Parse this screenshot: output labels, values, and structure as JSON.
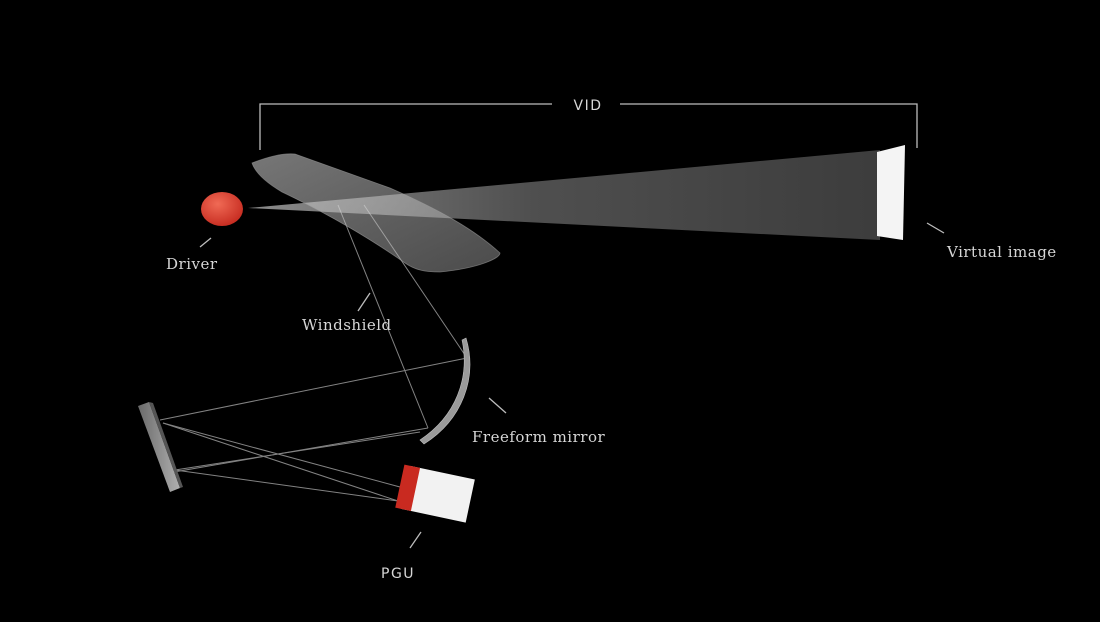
{
  "colors": {
    "background": "#000000",
    "label": "#d6d6d6",
    "leader": "#bdbdbd",
    "driver_head": "#d8332a",
    "pgu_emitter": "#c92a20",
    "pgu_body": "#f2f2f2",
    "virtual_image": "#f4f4f4",
    "mirror": "#8e8e8e",
    "ray": "#9a9a9a"
  },
  "labels": {
    "vid": "VID",
    "driver": "Driver",
    "windshield": "Windshield",
    "virtual_image": "Virtual image",
    "freeform_mirror": "Freeform mirror",
    "pgu": "PGU"
  }
}
